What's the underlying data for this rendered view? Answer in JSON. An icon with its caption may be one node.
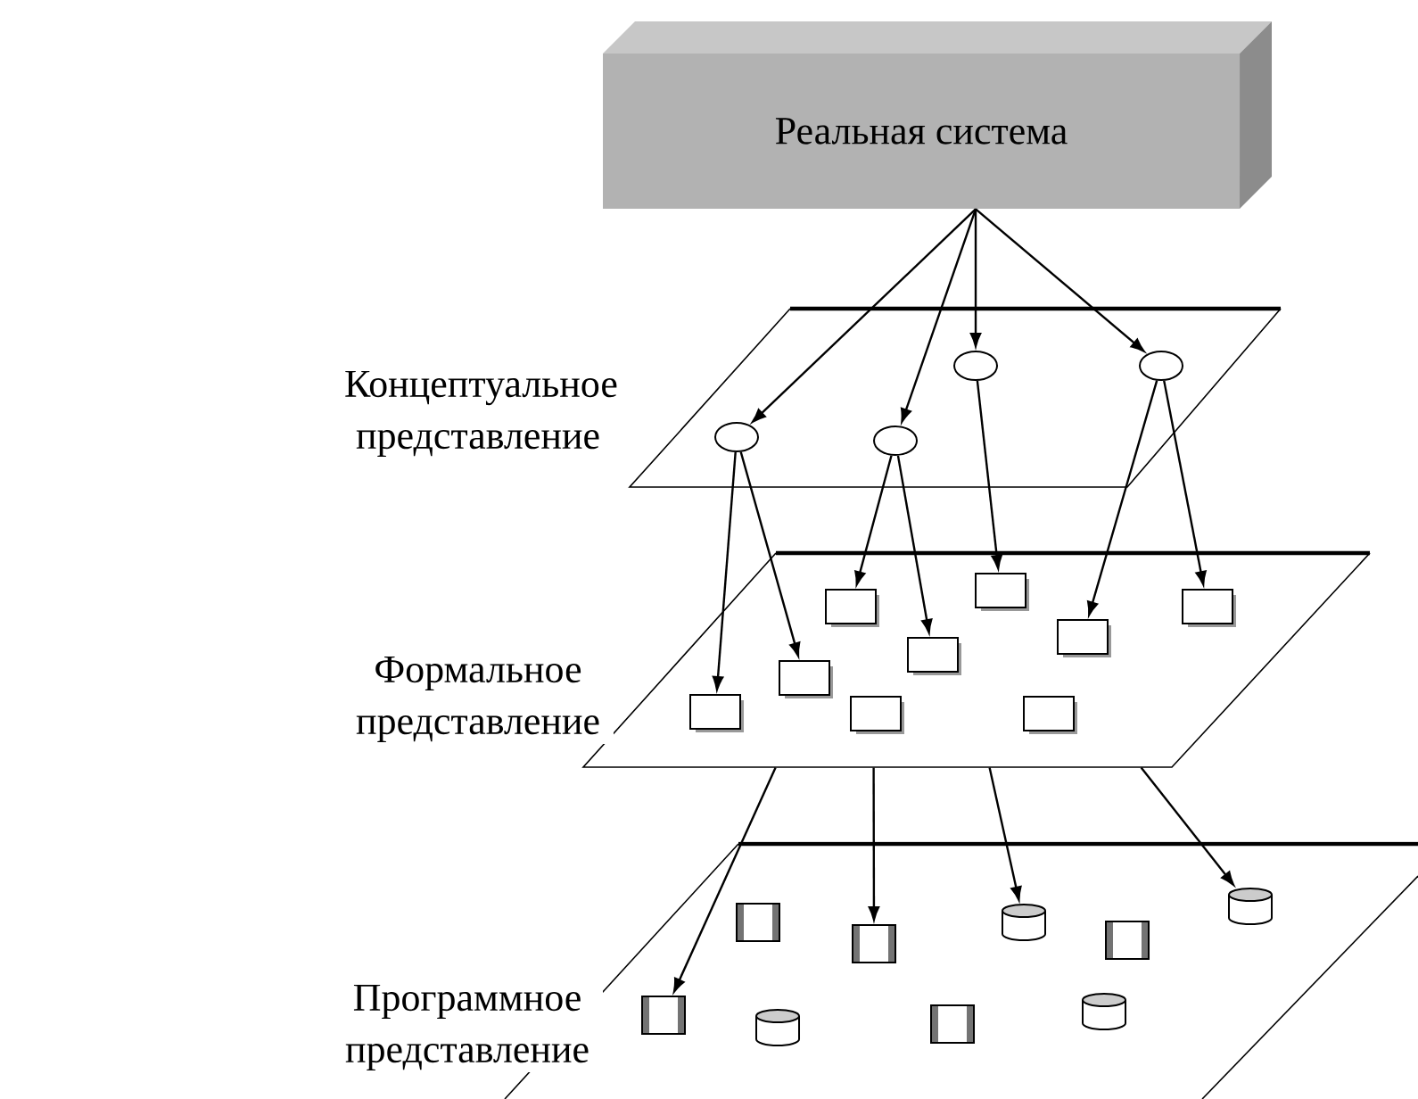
{
  "diagram": {
    "nodes": [
      {
        "text": [
          "Реальная система"
        ]
      },
      {
        "text": [],
        "shape": "parallelogram",
        "beside": [
          "Концептуальное представление"
        ]
      },
      {
        "text": [],
        "shape": "ellipse",
        "in": 1
      },
      {
        "text": [],
        "shape": "ellipse",
        "in": 1
      },
      {
        "text": [],
        "shape": "ellipse",
        "in": 1
      },
      {
        "text": [],
        "shape": "ellipse",
        "in": 1
      },
      {
        "text": [],
        "shape": "parallelogram",
        "beside": [
          "Формальное представление"
        ]
      },
      {
        "text": [],
        "shape": "box",
        "in": 6
      },
      {
        "text": [],
        "shape": "box",
        "in": 6
      },
      {
        "text": [],
        "shape": "box",
        "in": 6
      },
      {
        "text": [],
        "shape": "box",
        "in": 6
      },
      {
        "text": [],
        "shape": "box",
        "in": 6
      },
      {
        "text": [],
        "shape": "box",
        "in": 6
      },
      {
        "text": [],
        "shape": "box",
        "in": 6
      },
      {
        "text": [],
        "shape": "box",
        "in": 6
      },
      {
        "text": [],
        "shape": "box",
        "in": 6
      },
      {
        "text": [],
        "shape": "parallelogram",
        "beside": [
          "Программное представление"
        ]
      },
      {
        "text": [],
        "shape": "cylinder",
        "in": 16
      },
      {
        "text": [],
        "shape": "box",
        "in": 16
      },
      {
        "text": [],
        "shape": "cylinder",
        "in": 16
      },
      {
        "text": [],
        "shape": "box",
        "in": 16
      },
      {
        "text": [],
        "shape": "box",
        "in": 16
      },
      {
        "text": [],
        "shape": "cylinder",
        "in": 16
      },
      {
        "text": [],
        "shape": "box",
        "in": 16
      },
      {
        "text": [],
        "shape": "box",
        "in": 16
      },
      {
        "text": [],
        "shape": "cylinder",
        "in": 16
      }
    ],
    "edges": [
      {
        "from": 0,
        "to": 4,
        "arrow": "to"
      },
      {
        "from": 0,
        "to": 5,
        "arrow": "to"
      },
      {
        "from": 0,
        "to": 2,
        "arrow": "to"
      },
      {
        "from": 0,
        "to": 3,
        "arrow": "to"
      },
      {
        "from": 4,
        "to": 13,
        "arrow": "to"
      },
      {
        "from": 4,
        "to": 12,
        "arrow": "to"
      },
      {
        "from": 5,
        "to": 8,
        "arrow": "to"
      },
      {
        "from": 5,
        "to": 11,
        "arrow": "to"
      },
      {
        "from": 2,
        "to": 7,
        "arrow": "to"
      },
      {
        "from": 3,
        "to": 10,
        "arrow": "to"
      },
      {
        "from": 3,
        "to": 9,
        "arrow": "to"
      },
      {
        "from": 6,
        "to": 23,
        "arrow": "to"
      },
      {
        "from": 6,
        "to": 21,
        "arrow": "to"
      },
      {
        "from": 6,
        "to": 19,
        "arrow": "to"
      },
      {
        "from": 6,
        "to": 17,
        "arrow": "to"
      }
    ]
  }
}
